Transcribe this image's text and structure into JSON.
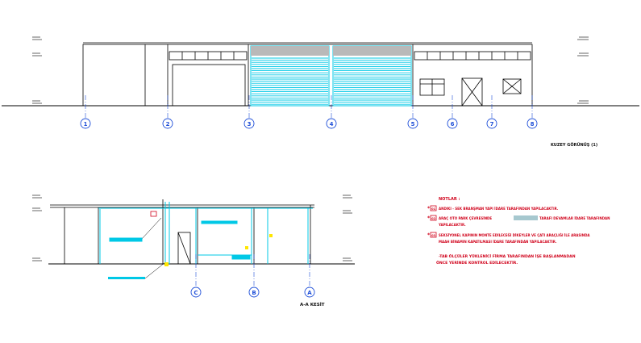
{
  "elevation": {
    "title": "KUZEY GÖRÜNÜŞ (1)",
    "axes": [
      "1",
      "2",
      "3",
      "4",
      "5",
      "6",
      "7",
      "8"
    ]
  },
  "section": {
    "title": "A-A KESİT",
    "axes": [
      "C",
      "B",
      "A"
    ]
  },
  "notes": {
    "heading": "NOTLAR :",
    "items": [
      {
        "marker": "*",
        "code": "01",
        "lines": [
          "ANDIKI - SEK BRANŞMAN YAPI İDARE TARAFINDAN YAPILACAKTIR."
        ]
      },
      {
        "marker": "*",
        "code": "02",
        "lines": [
          "ARAÇ OTO PARK ÇEVRESİNDE",
          "TARAFI DEVAMLAR İDARE TARAFINDAN",
          "YAPILACAKTIR."
        ]
      },
      {
        "marker": "*",
        "code": "03",
        "lines": [
          "SEKSİYONEL KAPININ MONTE EDİLECEĞİ DİKEYLER VE ÇATI ARAÇLIĞI İLE ARASINDA",
          "MAAH BİNAMIN KAPATILMASI İDARE TARAFINDAN YAPILACAKTIR."
        ]
      }
    ],
    "footer": [
      "-TAB ÖLÇÜLER YÜKLENİCİ FİRMA TARAFINDAN İŞE BAŞLANMADAN",
      "ÖNCE YERİNDE KONTROL EDİLECEKTİR."
    ]
  },
  "colors": {
    "line": "#000000",
    "axis": "#1f4fd8",
    "cyan": "#00c8e6",
    "red": "#d0021b"
  }
}
